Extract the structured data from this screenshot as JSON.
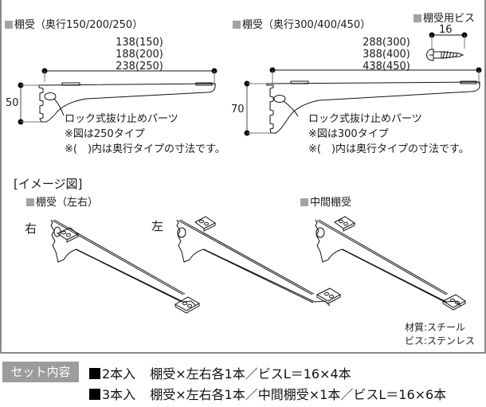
{
  "section_a": {
    "title": "棚受（奥行150/200/250）",
    "dim_lengths": [
      "138(150)",
      "188(200)",
      "238(250)"
    ],
    "height": "50",
    "callout": "ロック式抜け止めパーツ",
    "note1": "※図は250タイプ",
    "note2": "※(　)内は奥行タイプの寸法です。"
  },
  "section_b": {
    "title": "棚受（奥行300/400/450）",
    "dim_lengths": [
      "288(300)",
      "388(400)",
      "438(450)"
    ],
    "height": "70",
    "callout": "ロック式抜け止めパーツ",
    "note1": "※図は300タイプ",
    "note2": "※(　)内は奥行タイプの寸法です。"
  },
  "screw": {
    "title": "棚受用ビス",
    "length": "16"
  },
  "image_section": {
    "heading": "[イメージ図]",
    "left_right_label": "棚受（左右）",
    "right_label": "右",
    "left_label": "左",
    "middle_label": "中間棚受"
  },
  "materials": {
    "bracket": "材質:スチール",
    "screw": "ビス:ステンレス"
  },
  "set_contents": {
    "badge": "セット内容",
    "lines": [
      {
        "qty": "2本入",
        "detail": "棚受×左右各1本／ビスL＝16×4本"
      },
      {
        "qty": "3本入",
        "detail": "棚受×左右各1本／中間棚受×1本／ビスL＝16×6本"
      }
    ]
  },
  "colors": {
    "frame_border": "#8a8a8a",
    "label_square": "#a3a3a3",
    "badge_bg": "#9c9c9c",
    "line": "#111111"
  }
}
